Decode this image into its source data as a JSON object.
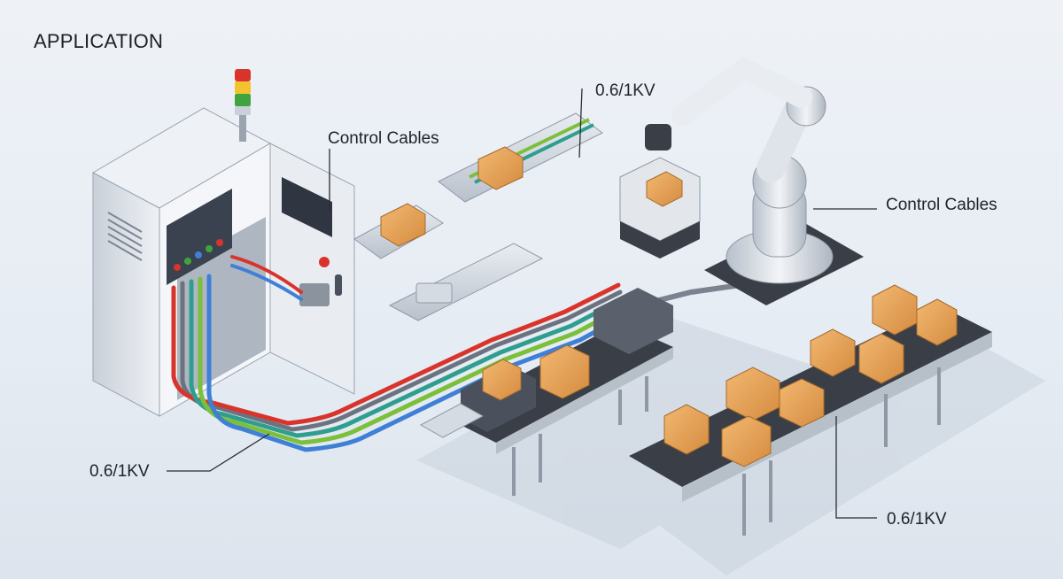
{
  "title": "APPLICATION",
  "callouts": {
    "control_cables_cabinet": "Control Cables",
    "voltage_top": "0.6/1KV",
    "control_cables_robot": "Control Cables",
    "voltage_left": "0.6/1KV",
    "voltage_bottom": "0.6/1KV"
  },
  "colors": {
    "cable_red": "#d9342b",
    "cable_blue": "#3f7fd6",
    "cable_green": "#7bbf3a",
    "cable_teal": "#2f9e8f",
    "cable_gray": "#6b7380",
    "box": "#e8a55c",
    "cabinet": "#dfe4ea",
    "belt": "#3a3f47"
  }
}
